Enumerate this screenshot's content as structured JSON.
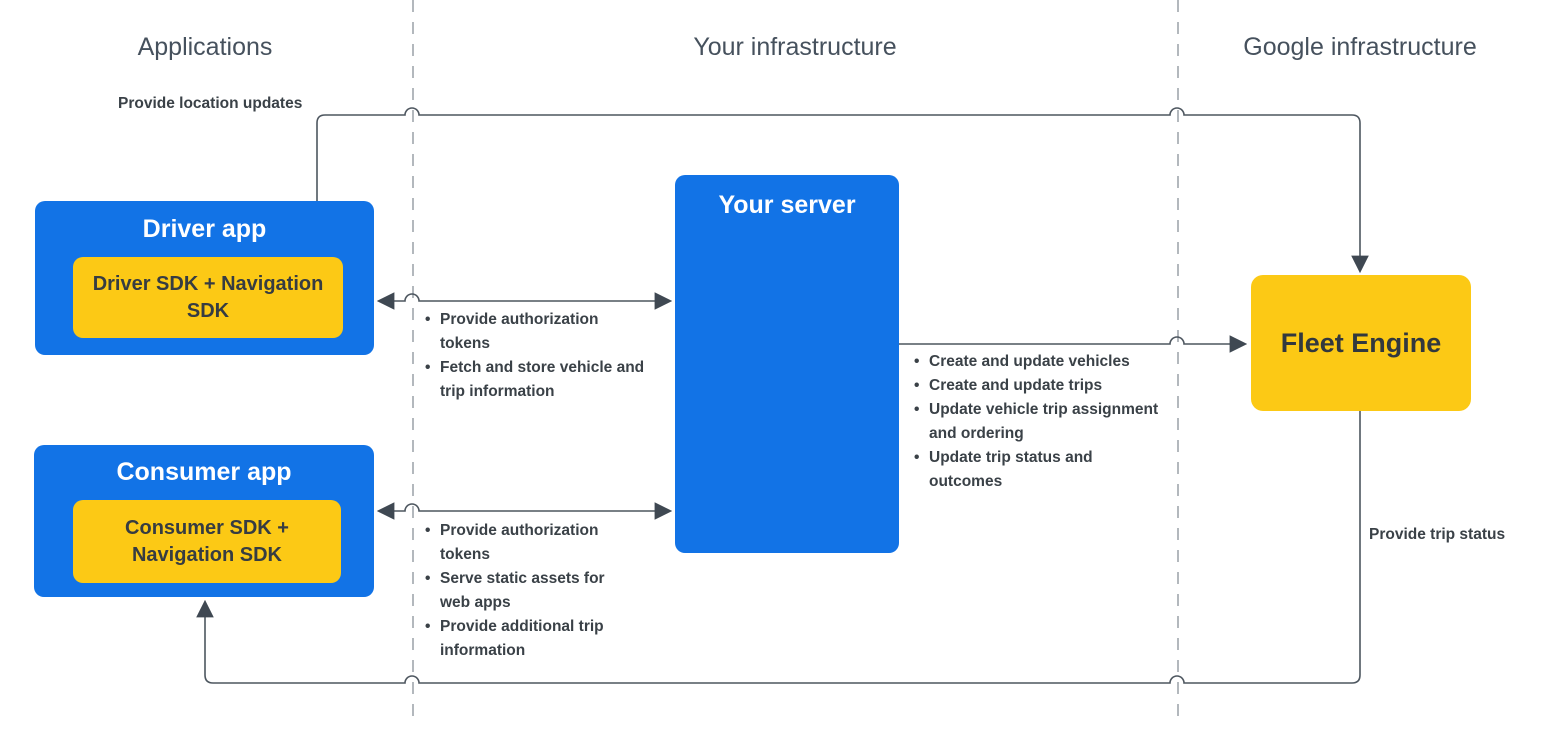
{
  "columns": [
    {
      "label": "Applications"
    },
    {
      "label": "Your infrastructure"
    },
    {
      "label": "Google infrastructure"
    }
  ],
  "nodes": {
    "driver_app": {
      "title": "Driver app",
      "sdk": "Driver SDK + Navigation SDK"
    },
    "consumer_app": {
      "title": "Consumer app",
      "sdk": "Consumer SDK + Navigation SDK"
    },
    "your_server": {
      "title": "Your server"
    },
    "fleet_engine": {
      "title": "Fleet Engine"
    }
  },
  "edge_labels": {
    "provide_location_updates": "Provide location updates",
    "provide_trip_status": "Provide trip status"
  },
  "bullet_lists": {
    "driver_server": [
      "Provide authorization tokens",
      "Fetch and store vehicle and trip information"
    ],
    "server_fleet": [
      "Create and update vehicles",
      "Create and update trips",
      "Update vehicle trip assignment and ordering",
      "Update trip status and outcomes"
    ],
    "consumer_server": [
      "Provide authorization tokens",
      "Serve static assets for web apps",
      "Provide additional trip information"
    ]
  },
  "colors": {
    "node_blue": "#1273e6",
    "node_yellow": "#fcc915",
    "arrow_line": "#4d565f",
    "arrowhead": "#3f4852",
    "divider_dash": "#b3b8bd",
    "header_text": "#46515d",
    "label_text": "#3a4147",
    "white_text": "#ffffff"
  }
}
